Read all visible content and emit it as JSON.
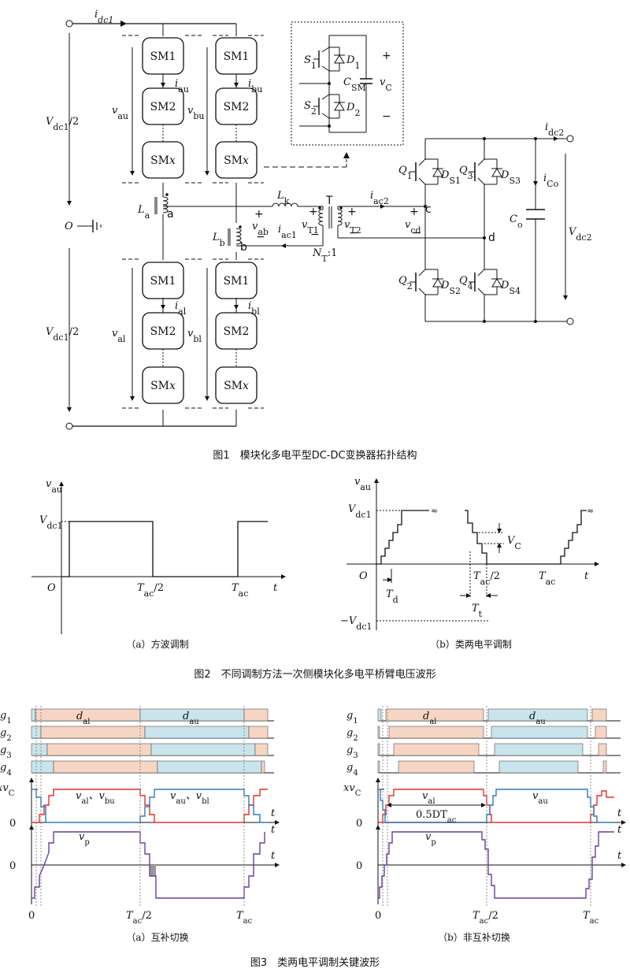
{
  "figure1": {
    "caption": "图1　模块化多电平型DC-DC变换器拓扑结构",
    "sm_upper": [
      "SM1",
      "SM2",
      "SMx"
    ],
    "sm_lower": [
      "SM1",
      "SM2",
      "SMx"
    ],
    "labels": {
      "idc1": "i",
      "idc1_sub": "dc1",
      "vdc1_half_top": "V",
      "vdc1_half_top_sub": "dc1",
      "vdc1_half_top_tail": "/2",
      "vdc1_half_bot": "V",
      "vdc1_half_bot_sub": "dc1",
      "vdc1_half_bot_tail": "/2",
      "O": "O",
      "vau": "v",
      "vau_sub": "au",
      "vbu": "v",
      "vbu_sub": "bu",
      "val": "v",
      "val_sub": "al",
      "vbl": "v",
      "vbl_sub": "bl",
      "iau": "i",
      "iau_sub": "au",
      "ibu": "i",
      "ibu_sub": "bu",
      "ial": "i",
      "ial_sub": "al",
      "ibl": "i",
      "ibl_sub": "bl",
      "La": "L",
      "La_sub": "a",
      "Lb": "L",
      "Lb_sub": "b",
      "Lk": "L",
      "Lk_sub": "k",
      "node_a": "a",
      "node_b": "b",
      "node_c": "c",
      "node_d": "d",
      "T": "T",
      "NT": "N",
      "NT_sub": "T",
      "NT_tail": ":1",
      "vab": "v",
      "vab_sub": "ab",
      "iac1": "i",
      "iac1_sub": "ac1",
      "vT1": "v",
      "vT1_sub": "T1",
      "vT2": "v",
      "vT2_sub": "T2",
      "iac2": "i",
      "iac2_sub": "ac2",
      "vcd": "v",
      "vcd_sub": "cd",
      "idc2": "i",
      "idc2_sub": "dc2",
      "iCo": "i",
      "iCo_sub": "Co",
      "Co": "C",
      "Co_sub": "o",
      "Vdc2": "V",
      "Vdc2_sub": "dc2",
      "S1": "S",
      "S1_sub": "1",
      "D1": "D",
      "D1_sub": "1",
      "S2": "S",
      "S2_sub": "2",
      "D2": "D",
      "D2_sub": "2",
      "CSM": "C",
      "CSM_sub": "SM",
      "vC": "v",
      "vC_sub": "C",
      "plus": "+",
      "minus": "−",
      "Q1": "Q",
      "Q1_sub": "1",
      "DS1": "D",
      "DS1_sub": "S1",
      "Q2": "Q",
      "Q2_sub": "2",
      "DS2": "D",
      "DS2_sub": "S2",
      "Q3": "Q",
      "Q3_sub": "3",
      "DS3": "D",
      "DS3_sub": "S3",
      "Q4": "Q",
      "Q4_sub": "4",
      "DS4": "D",
      "DS4_sub": "S4"
    }
  },
  "figure2": {
    "caption": "图2　不同调制方法一次侧模块化多电平桥臂电压波形",
    "sub_a": "（a）方波调制",
    "sub_b": "（b）类两电平调制",
    "labels": {
      "vau": "v",
      "vau_sub": "au",
      "Vdc1": "V",
      "Vdc1_sub": "dc1",
      "negVdc1": "−V",
      "negVdc1_sub": "dc1",
      "O": "O",
      "t": "t",
      "Tac_half": "T",
      "Tac_half_sub": "ac",
      "Tac_half_tail": "/2",
      "Tac": "T",
      "Tac_sub": "ac",
      "Td": "T",
      "Td_sub": "d",
      "Tt": "T",
      "Tt_sub": "t",
      "VC": "V",
      "VC_sub": "C"
    }
  },
  "figure3": {
    "caption": "图3　类两电平调制关键波形",
    "sub_a": "（a）互补切换",
    "sub_b": "（b）非互补切换",
    "labels": {
      "g1": "g",
      "g1_sub": "1",
      "g2": "g",
      "g2_sub": "2",
      "g3": "g",
      "g3_sub": "3",
      "g4": "g",
      "g4_sub": "4",
      "xvC": "xv",
      "xvC_sub": "C",
      "zero": "0",
      "t": "t",
      "dal": "d",
      "dal_sub": "al",
      "dau": "d",
      "dau_sub": "au",
      "val_vbu": "v",
      "val_vbu_sub1": "al",
      "val_vbu_mid": "、v",
      "val_vbu_sub2": "bu",
      "vau_vbl": "v",
      "vau_vbl_sub1": "au",
      "vau_vbl_mid": "、v",
      "vau_vbl_sub2": "bl",
      "vp": "v",
      "vp_sub": "p",
      "val": "v",
      "val_sub": "al",
      "vau": "v",
      "vau_sub": "au",
      "duty": "0.5DT",
      "duty_sub": "ac",
      "Tac_half": "T",
      "Tac_half_sub": "ac",
      "Tac_half_tail": "/2",
      "Tac": "T",
      "Tac_sub": "ac"
    }
  },
  "colors": {
    "pink": "#f7d5c4",
    "blue": "#c9e4ec",
    "red": "#e0302a",
    "steel": "#2f7bb8",
    "purple": "#6a3fa0",
    "gray": "#999999"
  }
}
